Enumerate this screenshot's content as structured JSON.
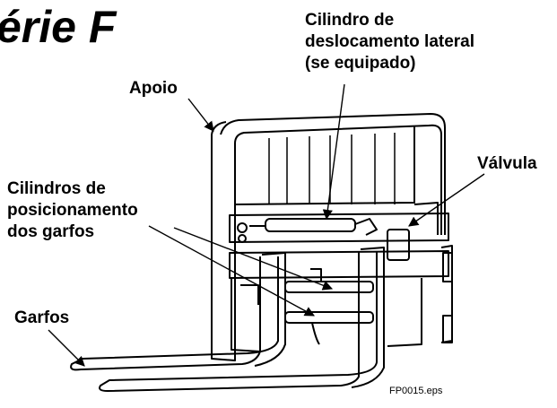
{
  "title": "érie F",
  "labels": {
    "apoio": "Apoio",
    "cilindro_line1": "Cilindro de",
    "cilindro_line2": "deslocamento lateral",
    "cilindro_line3": "(se equipado)",
    "valvula": "Válvula",
    "pos_line1": "Cilindros de",
    "pos_line2": "posicionamento",
    "pos_line3": "dos garfos",
    "garfos": "Garfos"
  },
  "figure_id": "FP0015.eps"
}
